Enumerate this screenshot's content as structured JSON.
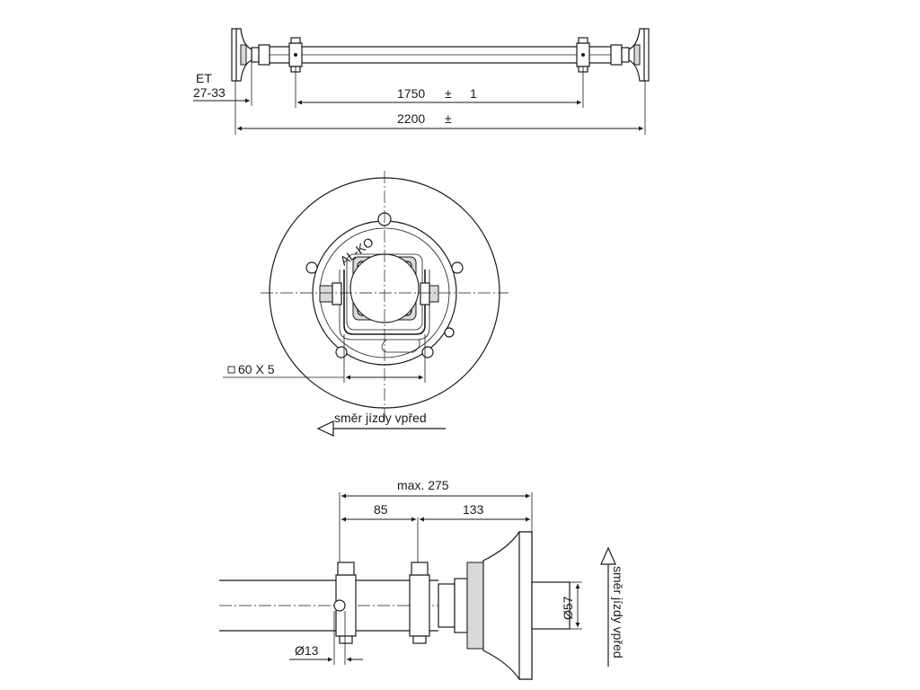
{
  "top_view": {
    "et_label": "ET",
    "et_value": "27-33",
    "inner_dim": "1750",
    "inner_pm": "±",
    "inner_tol": "1",
    "overall_dim": "2200",
    "overall_pm": "±"
  },
  "front_view": {
    "brand": "AL-KO",
    "square_tube": "60 X 5",
    "direction": "směr jízdy vpřed"
  },
  "side_view": {
    "max_dim": "max. 275",
    "dim_a": "85",
    "dim_b": "133",
    "hole_dia": "Ø13",
    "shaft_dia": "Ø57",
    "direction": "směr jízdy vpřed"
  }
}
